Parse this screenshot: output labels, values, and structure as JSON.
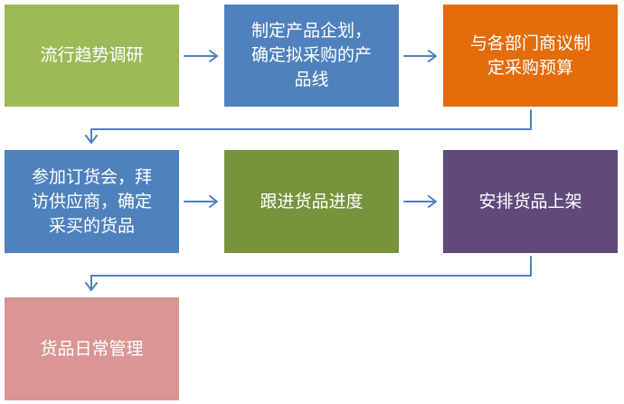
{
  "steps": [
    {
      "label": "流行趋势调研",
      "color": "#9bbb59"
    },
    {
      "label": "制定产品企划，\n确定拟采购的产\n品线",
      "color": "#4f81bd"
    },
    {
      "label": "与各部门商议制\n定采购预算",
      "color": "#e46c0a"
    },
    {
      "label": "参加订货会，拜\n访供应商，确定\n采买的货品",
      "color": "#4f81bd"
    },
    {
      "label": "跟进货品进度",
      "color": "#77933c"
    },
    {
      "label": "安排货品上架",
      "color": "#604a7b"
    },
    {
      "label": "货品日常管理",
      "color": "#d99694"
    }
  ],
  "arrow_color": "#4f81bd"
}
